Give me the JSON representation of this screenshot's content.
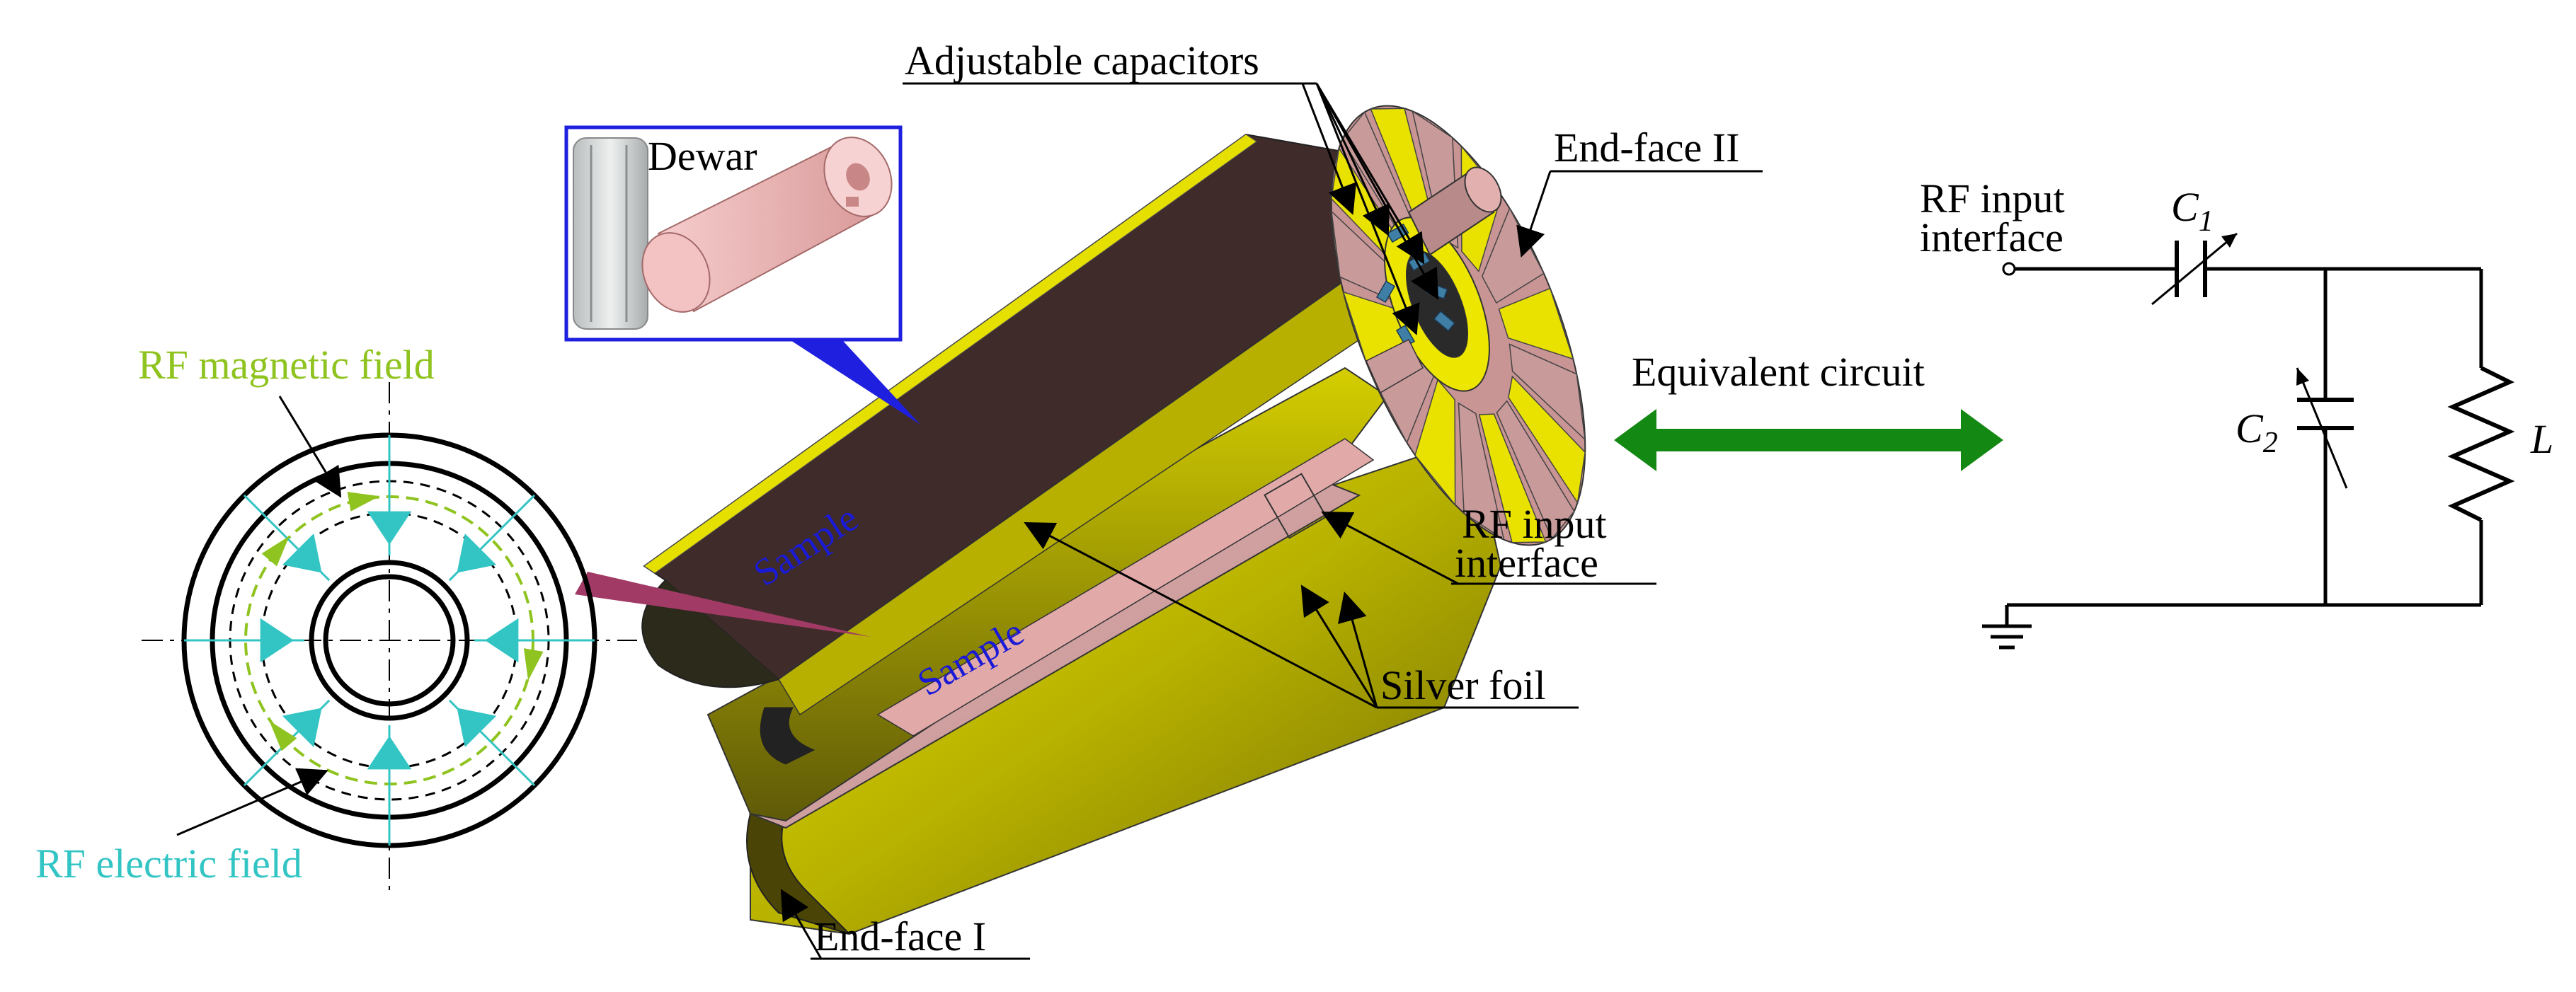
{
  "labels": {
    "adjustable_capacitors": "Adjustable capacitors",
    "dewar": "Dewar",
    "end_face_2": "End-face II",
    "end_face_1": "End-face I",
    "rf_magnetic_field": "RF magnetic field",
    "rf_electric_field": "RF electric field",
    "sample_top": "Sample",
    "sample_bottom": "Sample",
    "rf_input_interface_line1": "RF input",
    "rf_input_interface_line2": "interface",
    "silver_foil": "Silver foil",
    "equivalent_circuit": "Equivalent circuit"
  },
  "circuit": {
    "input_line1": "RF input",
    "input_line2": "interface",
    "c1": "C",
    "c1_sub": "1",
    "c2": "C",
    "c2_sub": "2",
    "inductor": "L"
  },
  "colors": {
    "yellow_body": "#c8c200",
    "dark_brown": "#3f2c2a",
    "pink": "#d9a3a3",
    "magnetic": "#8fc31f",
    "electric": "#33c4c4",
    "arrow_green": "#138813",
    "dewar_pink": "#f0b8b8",
    "callout_blue": "#1f1fe0",
    "callout_maroon": "#a23a66"
  }
}
